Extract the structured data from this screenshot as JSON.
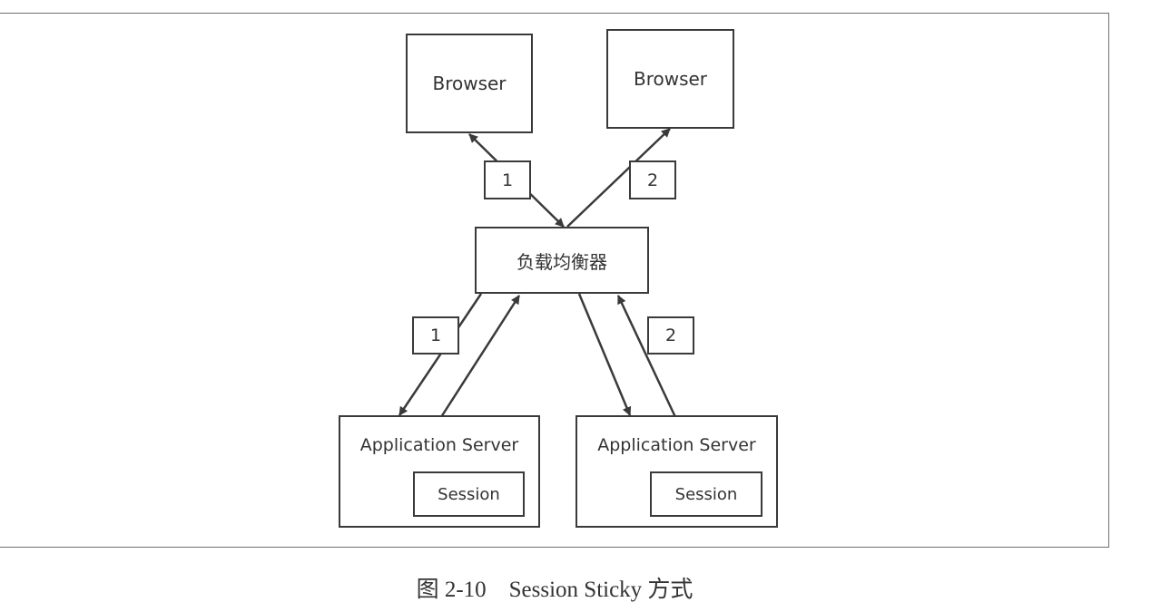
{
  "nodes": {
    "browser_left": "Browser",
    "browser_right": "Browser",
    "load_balancer": "负载均衡器",
    "server_left": {
      "title": "Application Server",
      "session": "Session"
    },
    "server_right": {
      "title": "Application Server",
      "session": "Session"
    }
  },
  "labels": {
    "top_left": "1",
    "top_right": "2",
    "bottom_left": "1",
    "bottom_right": "2"
  },
  "caption": "图 2-10    Session Sticky 方式"
}
